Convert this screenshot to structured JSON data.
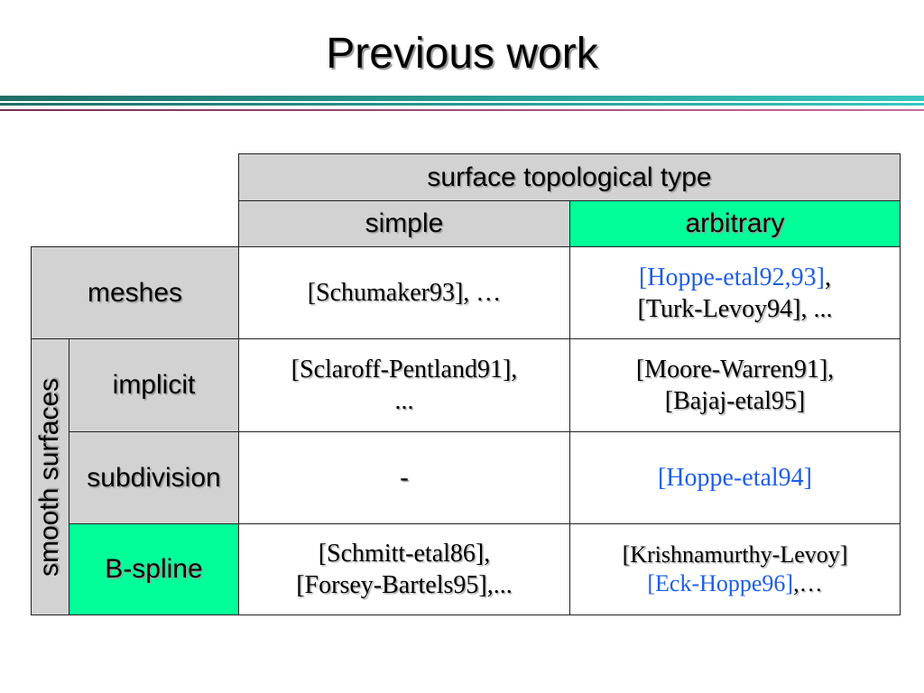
{
  "slide": {
    "title": "Previous work"
  },
  "table": {
    "header_top": "surface topological type",
    "header_simple": "simple",
    "header_arbitrary": "arbitrary",
    "group_label": "smooth surfaces",
    "rows": [
      {
        "label": "meshes",
        "simple": "[Schumaker93], …",
        "arbitrary_line1": "[Hoppe-etal92,93]",
        "arbitrary_line1_suffix": ",",
        "arbitrary_line2": "[Turk-Levoy94], ..."
      },
      {
        "label": "implicit",
        "simple_line1": "[Sclaroff-Pentland91],",
        "simple_line2": "...",
        "arbitrary_line1": "[Moore-Warren91],",
        "arbitrary_line2": "[Bajaj-etal95]"
      },
      {
        "label": "subdivision",
        "simple": "-",
        "arbitrary": "[Hoppe-etal94]"
      },
      {
        "label": "B-spline",
        "simple_line1": "[Schmitt-etal86],",
        "simple_line2": "[Forsey-Bartels95],...",
        "arbitrary_line1": "[Krishnamurthy-Levoy]",
        "arbitrary_line2": "[Eck-Hoppe96]",
        "arbitrary_line2_suffix": ",…"
      }
    ]
  },
  "colors": {
    "header_fill": "#d2d2d2",
    "highlight": "#00ff99",
    "citation_blue": "#1e5ee8",
    "rule_teal": "#2aa39a",
    "rule_magenta": "#c66aa2"
  }
}
